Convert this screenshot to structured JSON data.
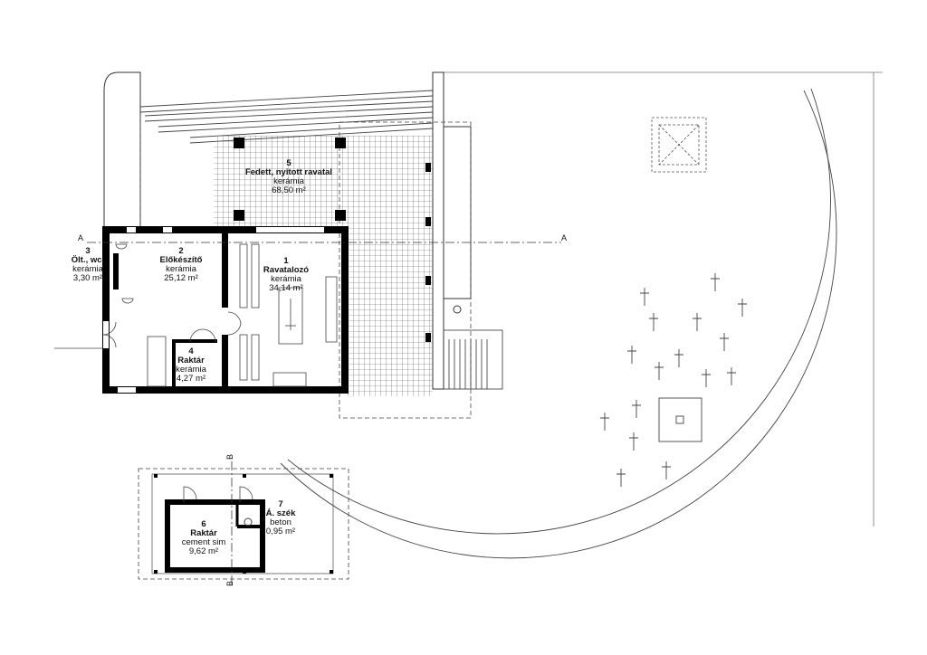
{
  "rooms": [
    {
      "number": "1",
      "name": "Ravatalozó",
      "material": "kerámia",
      "area": "34,14 m²"
    },
    {
      "number": "2",
      "name": "Előkészítő",
      "material": "kerámia",
      "area": "25,12 m²"
    },
    {
      "number": "3",
      "name": "Ölt., wc.",
      "material": "kerámia",
      "area": "3,30 m²"
    },
    {
      "number": "4",
      "name": "Raktár",
      "material": "kerámia",
      "area": "4,27 m²"
    },
    {
      "number": "5",
      "name": "Fedett, nyitott ravatal",
      "material": "kerámia",
      "area": "68,50 m²"
    },
    {
      "number": "6",
      "name": "Raktár",
      "material": "cement sim",
      "area": "9,62 m²"
    },
    {
      "number": "7",
      "name": "Á. szék",
      "material": "beton",
      "area": "0,95 m²"
    }
  ],
  "section_marks": {
    "a_left": "A",
    "a_right": "A",
    "b_top": "B",
    "b_bottom": "B"
  },
  "colors": {
    "wall": "#000000",
    "line": "#333333",
    "tile": "#555555"
  }
}
